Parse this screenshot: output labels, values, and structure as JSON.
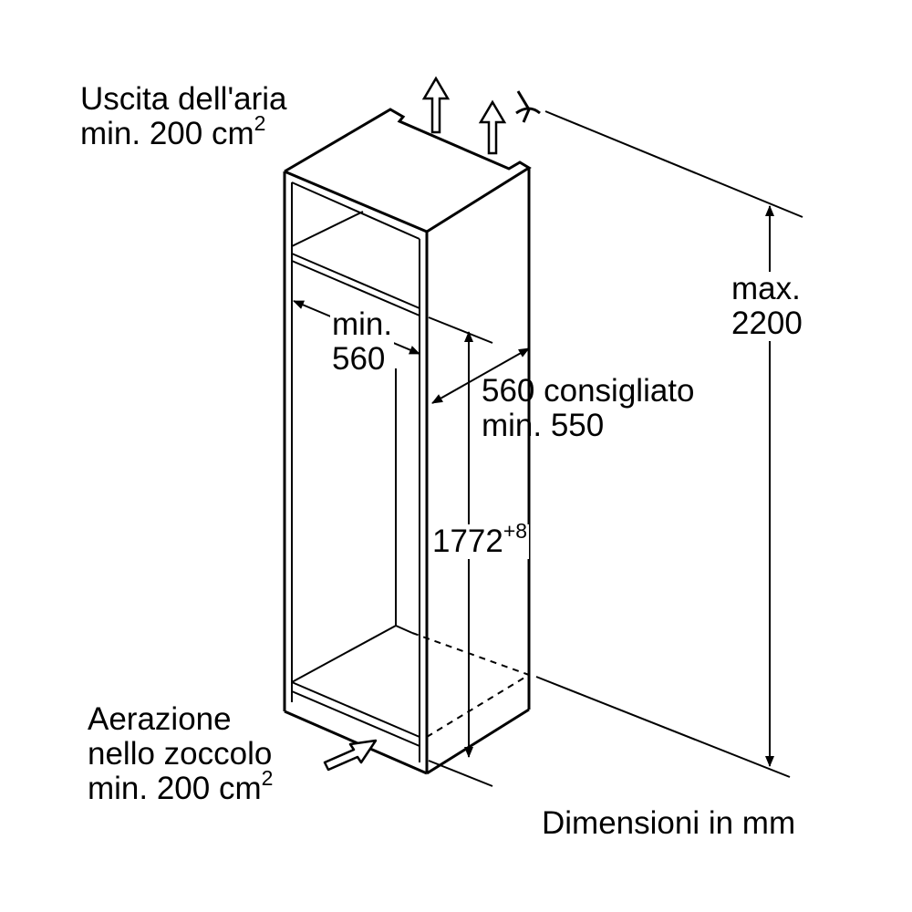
{
  "labels": {
    "air_outlet_line1": "Uscita dell'aria",
    "air_outlet_line2": "min. 200 cm",
    "air_outlet_sup": "2",
    "min_width_line1": "min.",
    "min_width_line2": "560",
    "depth_line1": "560 consigliato",
    "depth_line2": "min. 550",
    "height_value": "1772",
    "height_tolerance": "+8",
    "max_height_line1": "max.",
    "max_height_line2": "2200",
    "vent_line1": "Aerazione",
    "vent_line2": "nello zoccolo",
    "vent_line3": "min. 200 cm",
    "vent_sup": "2",
    "units_note": "Dimensioni in mm"
  },
  "icons": [
    "air-outlet-arrow-icon",
    "air-inlet-arrow-icon",
    "dimension-arrow-icon",
    "hand-pointer-icon"
  ]
}
